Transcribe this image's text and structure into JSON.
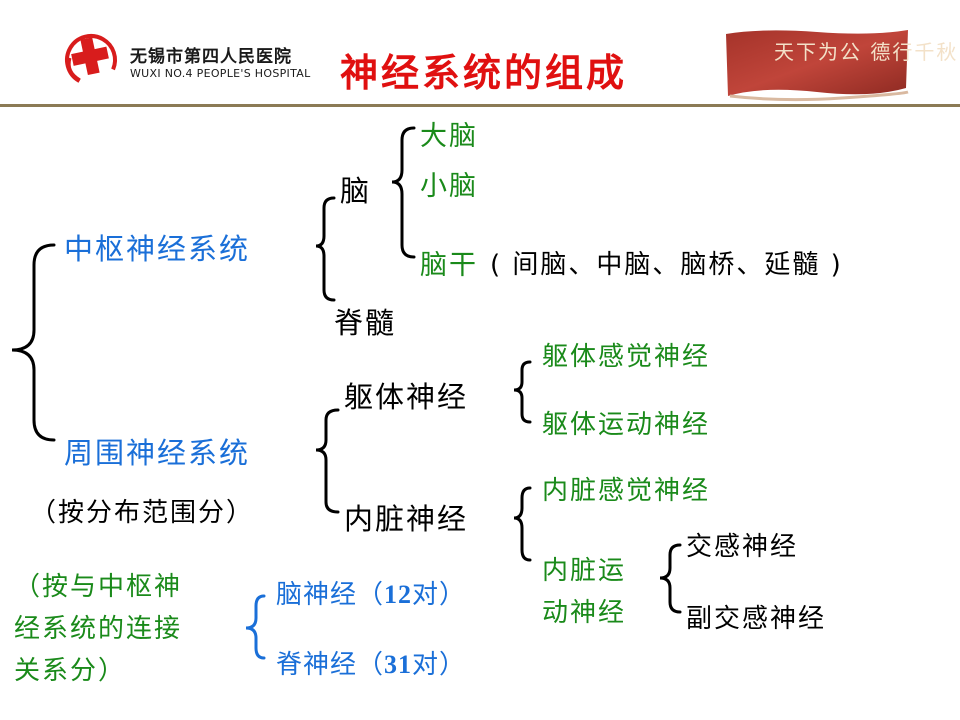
{
  "header": {
    "hospital_cn": "无锡市第四人民医院",
    "hospital_en": "WUXI NO.4 PEOPLE'S HOSPITAL",
    "title": "神经系统的组成",
    "calligraphy": "天下为公 德行千秋"
  },
  "tree": {
    "central": "中枢神经系统",
    "brain": "脑",
    "cerebrum": "大脑",
    "cerebellum": "小脑",
    "brainstem": "脑干",
    "brainstem_detail": "( 间脑、中脑、脑桥、延髓 )",
    "spinal_cord": "脊髓",
    "peripheral": "周围神经系统",
    "peripheral_note": "（按分布范围分）",
    "somatic": "躯体神经",
    "somatic_sensory": "躯体感觉神经",
    "somatic_motor": "躯体运动神经",
    "visceral": "内脏神经",
    "visceral_sensory": "内脏感觉神经",
    "visceral_motor_line1": "内脏运",
    "visceral_motor_line2": "动神经",
    "sympathetic": "交感神经",
    "parasympathetic": "副交感神经",
    "connection_note_line1": "（按与中枢神",
    "connection_note_line2": "经系统的连接",
    "connection_note_line3": "关系分）",
    "cranial_label": "脑神经",
    "cranial_paren_open": "（",
    "cranial_count": "12",
    "cranial_unit": "对",
    "cranial_paren_close": "）",
    "spinal_label": "脊神经",
    "spinal_paren_open": "（",
    "spinal_count": "31",
    "spinal_unit": "对",
    "spinal_paren_close": "）"
  },
  "colors": {
    "title": "#e01010",
    "blue": "#1a6fd8",
    "green": "#1a8a1a",
    "black": "#000000",
    "header_rule": "#8b7a55"
  }
}
